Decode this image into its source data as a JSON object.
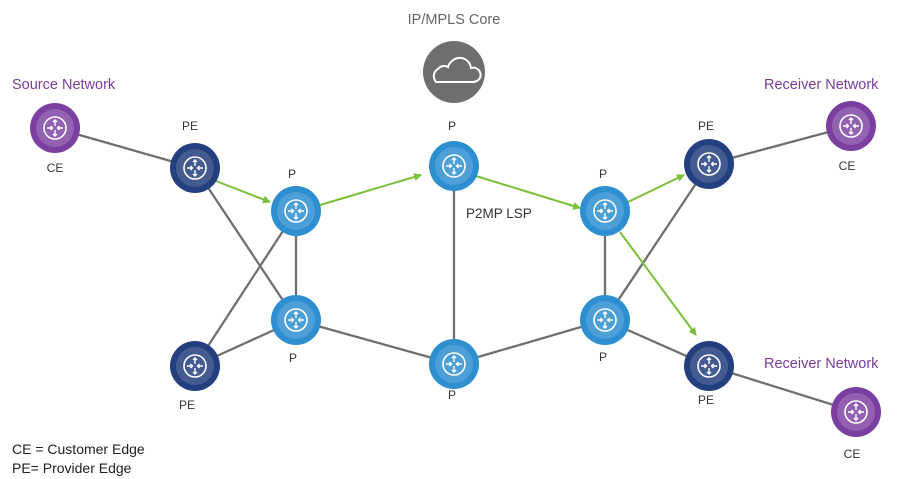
{
  "colors": {
    "link": "#6f6f6f",
    "lsp_arrow": "#7bbf3a",
    "p_router": "#2e8fd0",
    "pe_router": "#243f7f",
    "ce_router": "#7b3fa2",
    "cloud": "#6d6e70"
  },
  "labels": {
    "core": "IP/MPLS Core",
    "source_network": "Source Network",
    "receiver_network_top": "Receiver Network",
    "receiver_network_bottom": "Receiver Network",
    "lsp": "P2MP LSP"
  },
  "nodes": {
    "ce_source": "CE",
    "pe_top_left": "PE",
    "pe_bottom_left": "PE",
    "p_left_top": "P",
    "p_left_bottom": "P",
    "p_center_top": "P",
    "p_center_bottom": "P",
    "p_right_top": "P",
    "p_right_bottom": "P",
    "pe_top_right": "PE",
    "pe_bottom_right": "PE",
    "ce_receiver_top": "CE",
    "ce_receiver_bottom": "CE"
  },
  "icons": {
    "router": "router-arrows-icon",
    "core": "cloud-icon"
  },
  "legend": {
    "ce": "CE = Customer Edge",
    "pe": "PE= Provider Edge"
  }
}
